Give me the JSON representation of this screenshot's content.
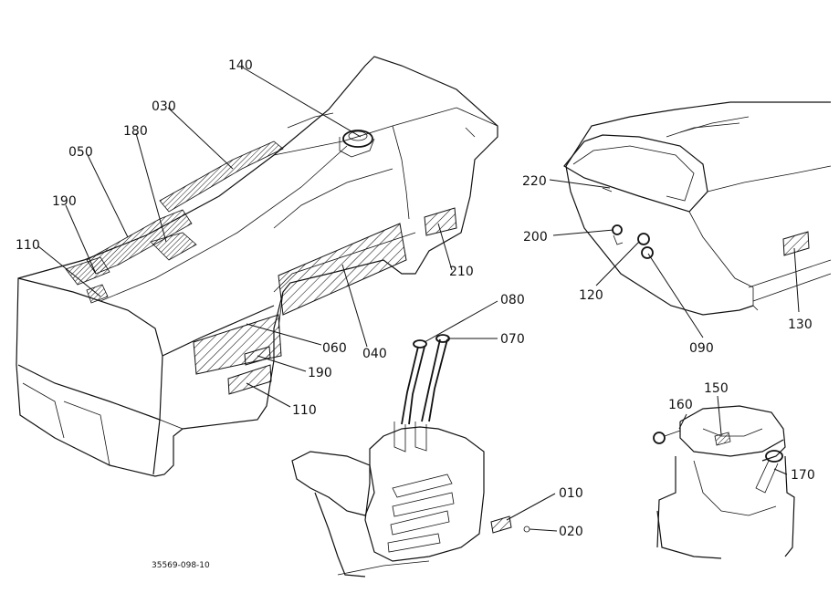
{
  "diagram": {
    "reference_number": "35569-098-10",
    "callouts": {
      "c140": "140",
      "c030": "030",
      "c180": "180",
      "c050": "050",
      "c190a": "190",
      "c110a": "110",
      "c060": "060",
      "c040": "040",
      "c190b": "190",
      "c110b": "110",
      "c210": "210",
      "c220": "220",
      "c200": "200",
      "c120": "120",
      "c090": "090",
      "c130": "130",
      "c080": "080",
      "c070": "070",
      "c010": "010",
      "c020": "020",
      "c160": "160",
      "c150": "150",
      "c170": "170"
    }
  }
}
